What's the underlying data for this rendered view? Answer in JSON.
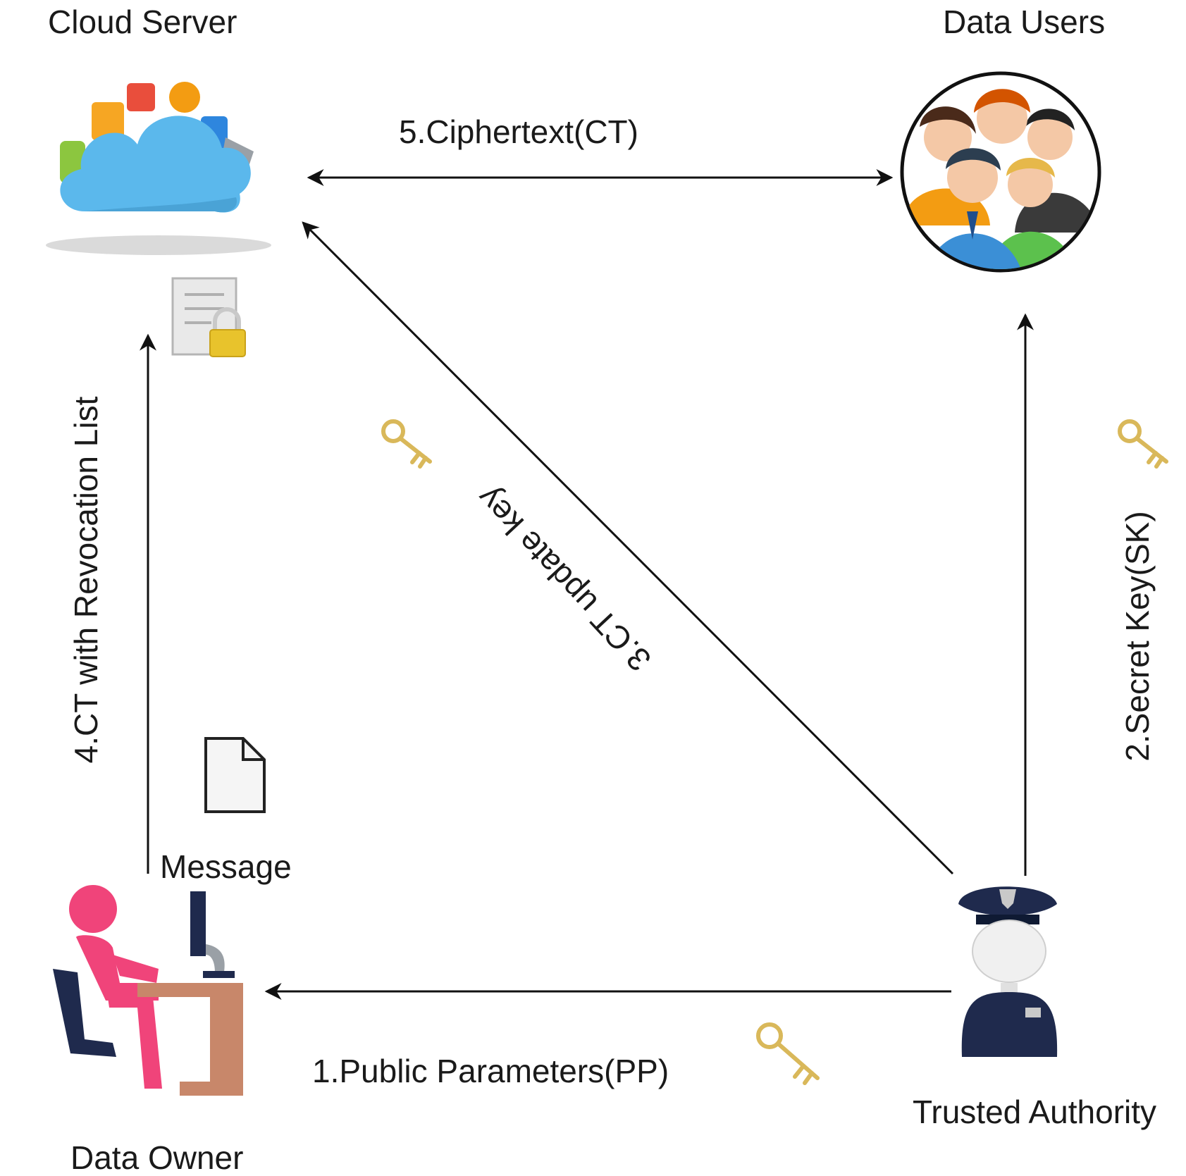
{
  "nodes": {
    "cloud_server": "Cloud Server",
    "data_users": "Data Users",
    "data_owner": "Data Owner",
    "trusted_authority": "Trusted Authority",
    "message": "Message"
  },
  "edges": {
    "public_parameters": "1.Public Parameters(PP)",
    "secret_key": "2.Secret Key(SK)",
    "ct_update_key": "3.CT update key",
    "ct_revocation": "4.CT with Revocation List",
    "ciphertext": "5.Ciphertext(CT)"
  },
  "colors": {
    "cloud": "#5bb8ec",
    "person_pink": "#f0447a",
    "desk": "#c8876a",
    "officer": "#1f2a4d",
    "key_gold": "#d9b85a",
    "lock_gold": "#e8c32c"
  },
  "icons": [
    "cloud-icon",
    "locked-document-icon",
    "users-group-icon",
    "person-at-desk-icon",
    "message-document-icon",
    "police-officer-icon",
    "key-icon"
  ]
}
